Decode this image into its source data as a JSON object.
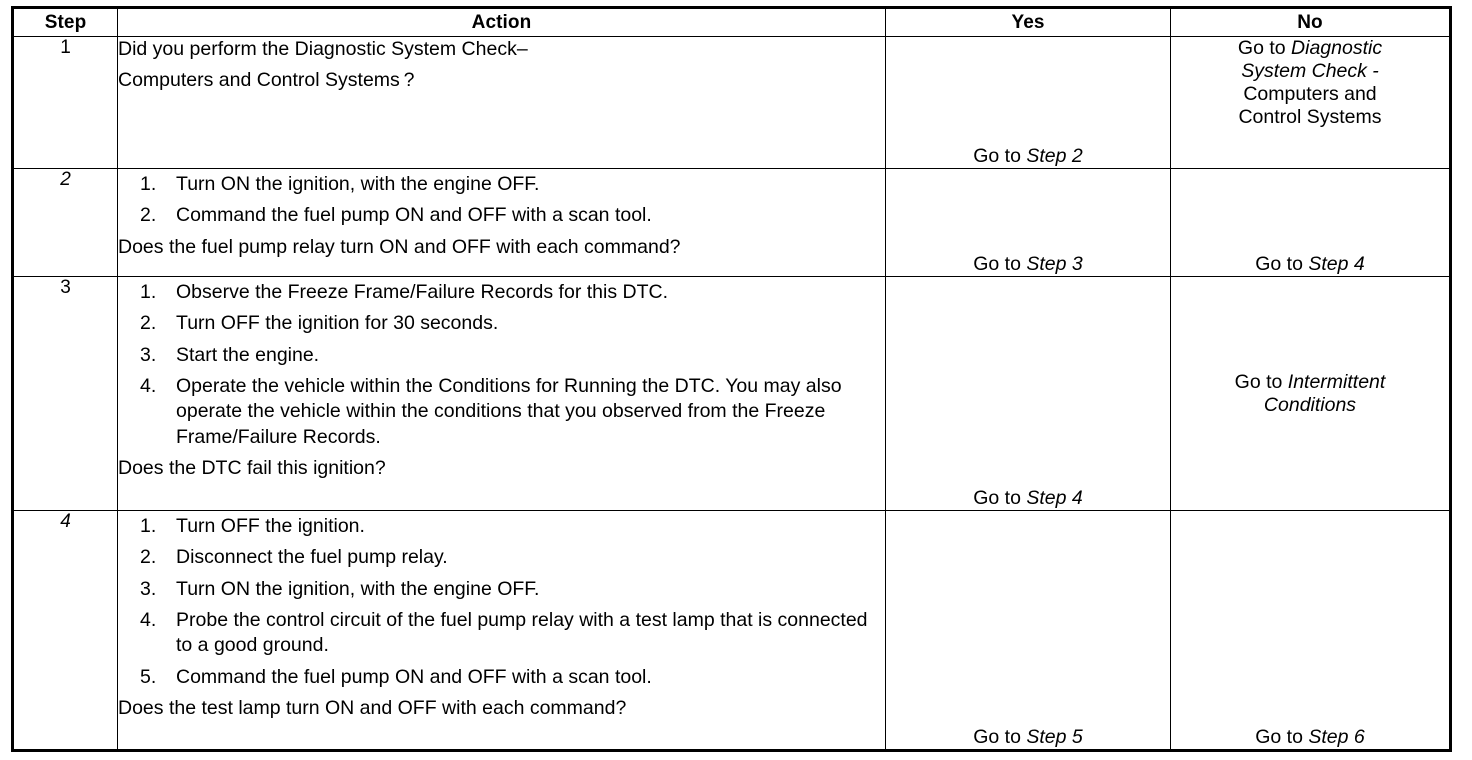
{
  "document": {
    "type": "diagnostic-step-table",
    "columns": [
      "Step",
      "Action",
      "Yes",
      "No"
    ],
    "header": {
      "step": "Step",
      "action": "Action",
      "yes": "Yes",
      "no": "No"
    }
  },
  "rows": [
    {
      "step": "1",
      "step_italic": false,
      "action": {
        "paragraphs_before": [
          "Did you perform the Diagnostic System Check–",
          "Computers and Control Systems ?"
        ],
        "list": [],
        "question": ""
      },
      "yes": {
        "align": "bottom",
        "lines": [
          {
            "text": "Go to ",
            "italic": false,
            "inline": true
          },
          {
            "text": "Step 2",
            "italic": true,
            "inline": true
          }
        ]
      },
      "no": {
        "align": "top",
        "lines": [
          {
            "text": "Go to ",
            "italic": false,
            "inline": true
          },
          {
            "text": "Diagnostic",
            "italic": true,
            "inline": true
          },
          {
            "text": "System Check -",
            "italic": true,
            "inline": false
          },
          {
            "text": "Computers and",
            "italic": false,
            "inline": false
          },
          {
            "text": "Control Systems",
            "italic": false,
            "inline": false
          }
        ]
      }
    },
    {
      "step": "2",
      "step_italic": true,
      "action": {
        "paragraphs_before": [],
        "list": [
          "Turn ON the ignition, with the engine OFF.",
          "Command the fuel pump ON and OFF with a scan tool."
        ],
        "question": "Does the fuel pump relay turn ON and OFF with each command?"
      },
      "yes": {
        "align": "bottom",
        "lines": [
          {
            "text": "Go to ",
            "italic": false,
            "inline": true
          },
          {
            "text": "Step 3",
            "italic": true,
            "inline": true
          }
        ]
      },
      "no": {
        "align": "bottom",
        "lines": [
          {
            "text": "Go to ",
            "italic": false,
            "inline": true
          },
          {
            "text": "Step 4",
            "italic": true,
            "inline": true
          }
        ]
      }
    },
    {
      "step": "3",
      "step_italic": false,
      "action": {
        "paragraphs_before": [],
        "list": [
          "Observe the Freeze Frame/Failure Records for this DTC.",
          "Turn OFF the ignition for 30 seconds.",
          "Start the engine.",
          "Operate the vehicle within the Conditions for Running the DTC. You may also operate the vehicle within the conditions that you observed from the Freeze Frame/Failure Records."
        ],
        "question": "Does the DTC fail this ignition?"
      },
      "yes": {
        "align": "bottom",
        "lines": [
          {
            "text": "Go to ",
            "italic": false,
            "inline": true
          },
          {
            "text": "Step 4",
            "italic": true,
            "inline": true
          }
        ]
      },
      "no": {
        "align": "middle",
        "lines": [
          {
            "text": "Go to ",
            "italic": false,
            "inline": true
          },
          {
            "text": "Intermittent",
            "italic": true,
            "inline": true
          },
          {
            "text": "Conditions",
            "italic": true,
            "inline": false
          }
        ]
      }
    },
    {
      "step": "4",
      "step_italic": true,
      "action": {
        "paragraphs_before": [],
        "list": [
          "Turn OFF the ignition.",
          "Disconnect the fuel pump relay.",
          "Turn ON the ignition, with the engine OFF.",
          "Probe the control circuit of the fuel pump relay with a test lamp that is connected to a good ground.",
          "Command the fuel pump ON and OFF with a scan tool."
        ],
        "question": "Does the test lamp turn ON and OFF with each command?"
      },
      "yes": {
        "align": "bottom",
        "lines": [
          {
            "text": "Go to ",
            "italic": false,
            "inline": true
          },
          {
            "text": "Step 5",
            "italic": true,
            "inline": true
          }
        ]
      },
      "no": {
        "align": "bottom",
        "lines": [
          {
            "text": "Go to ",
            "italic": false,
            "inline": true
          },
          {
            "text": "Step 6",
            "italic": true,
            "inline": true
          }
        ]
      }
    }
  ],
  "colors": {
    "ink": "#000000",
    "paper": "#ffffff"
  }
}
